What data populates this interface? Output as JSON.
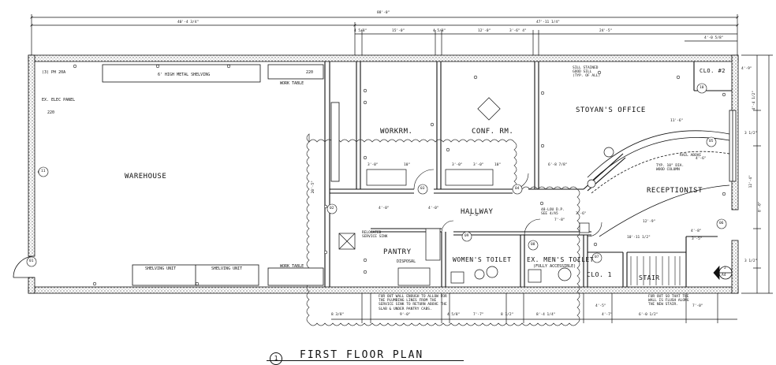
{
  "title": {
    "number": "1",
    "text": "FIRST FLOOR PLAN"
  },
  "rooms": {
    "warehouse": "WAREHOUSE",
    "workroom": "WORKRM.",
    "conference": "CONF. RM.",
    "office": "STOYAN'S OFFICE",
    "hallway": "HALLWAY",
    "receptionist": "RECEPTIONIST",
    "pantry": "PANTRY",
    "womens_toilet": "WOMEN'S TOILET",
    "mens_toilet": "EX. MEN'S TOILET",
    "mens_toilet_sub": "(FULLY ACCESSIBLE)",
    "closet1": "CLO. 1",
    "closet2": "CLO. #2",
    "stair": "STAIR"
  },
  "fixtures": {
    "metal_shelving": "6' HIGH METAL SHELVING",
    "work_table_top": "WORK TABLE",
    "work_table_bottom": "WORK TABLE",
    "shelving_unit_1": "SHELVING UNIT",
    "shelving_unit_2": "SHELVING UNIT",
    "elec_panel": "EX. ELEC PANEL",
    "phi_20a": "(3) PH 20A",
    "v220_a": "220",
    "v220_b": "220",
    "disposal": "DISPOSAL",
    "relocated_sink": "RELOCATED\nSERVICE SINK",
    "sill_note": "SILL STAINED\nGOOD SILL\n(TYP. OF ALL)",
    "column_note": "TYP. 10\" DIA.\nWOOD COLUMN",
    "rail_above": "RAIL ABOVE",
    "see_ref": "48-LOU D.P.\nSEE 4/A5"
  },
  "notes": {
    "pantry_note": "FUR OUT WALL ENOUGH TO ALLOW FOR\nTHE PLUMBING LINES FROM THE\nSERVICE SINK TO RETURN ABOVE THE\nSLAB & UNDER PANTRY CABS.",
    "stair_note": "FUR OUT SO THAT THE\nWALL IS FLUSH ALONG\nTHE NEW STAIR."
  },
  "dimensions": {
    "overall": "88'-0\"",
    "left_segment": "40'-4 3/4\"",
    "right_segment": "47'-11 1/4\"",
    "d_4_5_8": "4 5/8\"",
    "d_15_0": "15'-0\"",
    "d_4_5_8b": "4 5/8\"",
    "d_12_0": "12'-0\"",
    "d_3_6": "3'-6\" 4\"",
    "d_24_5": "24'-5\"",
    "d_4_0": "4'-0 5/8\"",
    "d_11_6": "11'-6\"",
    "d_4_6": "4'-6\"",
    "d_3_0a": "3'-0\"",
    "d_10a": "10\"",
    "d_3_0b": "3'-0\"",
    "d_3_0c": "3'-0\"",
    "d_10b": "10\"",
    "d_4_0b": "4'-0\"",
    "d_4_0c": "4'-0\"",
    "d_6_8": "6'-8 7/8\"",
    "d_20_5": "20'-5\"",
    "d_8_3_8": "8 3/8\"",
    "d_9_0": "9'-0\"",
    "d_7_7": "7'-7\"",
    "d_4_5_8c": "4 5/8\"",
    "d_8_1_2": "8 1/2\"",
    "d_8_4": "8'-4 1/4\"",
    "d_4_5": "4'-5\"",
    "d_6_0": "6'-0 1/2\"",
    "d_7_0": "7'-0\"",
    "d_3_5": "3'-5\"",
    "d_4_8": "4'-8\"",
    "d_12_9": "12'-9\"",
    "d_10_11": "10'-11 1/2\"",
    "d_3_8a": "3 1/2\"",
    "d_3_8b": "3 1/2\"",
    "d_4_9": "4'-9\"",
    "d_4_4": "4'-4 1/2\"",
    "d_3_0d": "3'-0\"",
    "d_7_8": "7'-8\"",
    "d_12_4": "12'-4\"",
    "d_3_6b": "3'-6\"",
    "d_4_7": "4'-7\"",
    "d_8_0": "8'-0\""
  },
  "doors": [
    "01",
    "02",
    "03",
    "04",
    "05",
    "06",
    "07",
    "08",
    "09",
    "10",
    "11"
  ],
  "section_marker": {
    "top": "2",
    "bottom": "A4"
  }
}
